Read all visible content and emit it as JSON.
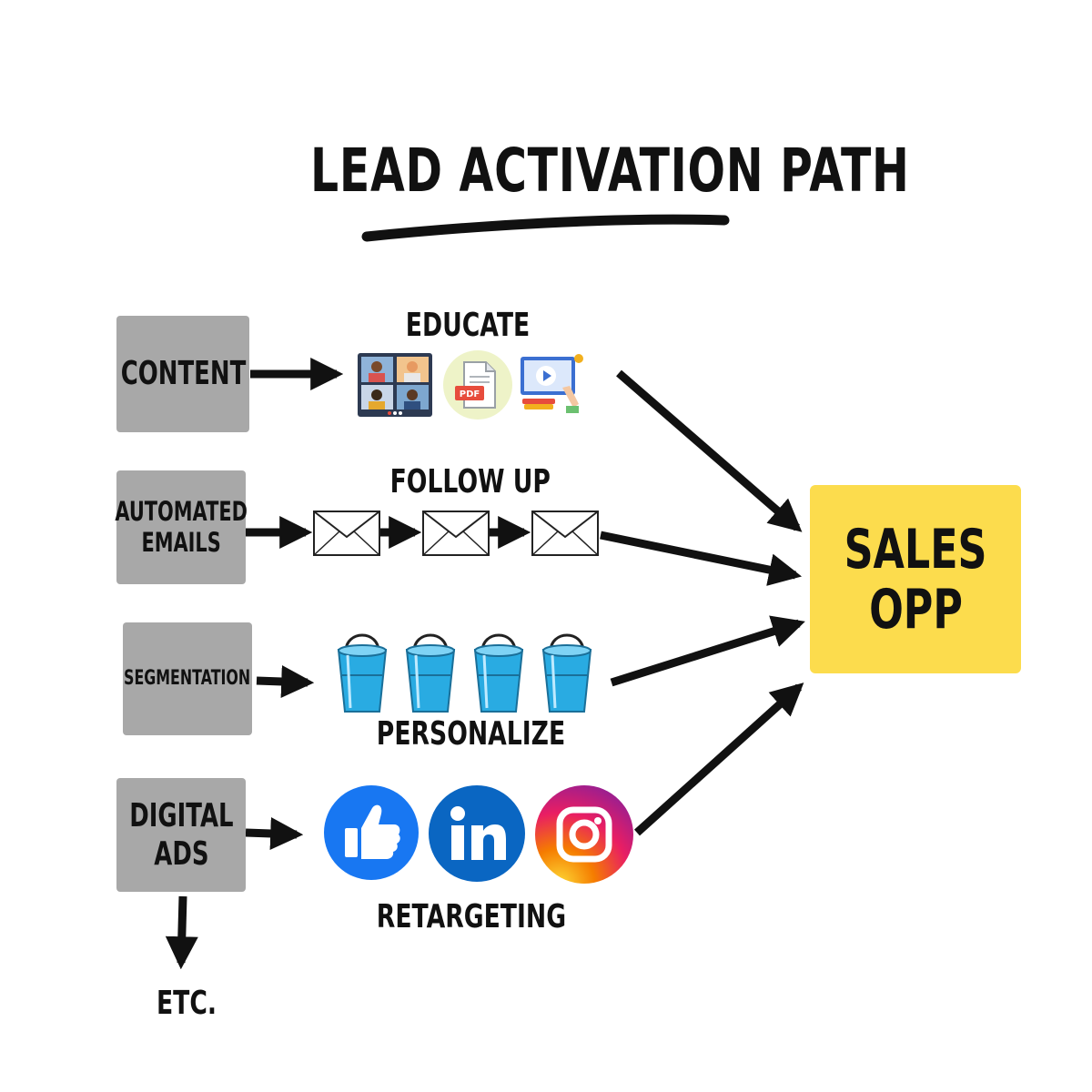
{
  "title": "LEAD ACTIVATION PATH",
  "sources": {
    "content": "CONTENT",
    "automated_emails_line1": "AUTOMATED",
    "automated_emails_line2": "EMAILS",
    "segmentation": "SEGMENTATION",
    "digital_ads_line1": "DIGITAL",
    "digital_ads_line2": "ADS"
  },
  "stages": {
    "educate": "EDUCATE",
    "follow_up": "FOLLOW UP",
    "personalize": "PERSONALIZE",
    "retargeting": "RETARGETING"
  },
  "target": {
    "line1": "SALES",
    "line2": "OPP"
  },
  "etc": "ETC.",
  "icons": {
    "educate": [
      "video-call-icon",
      "pdf-document-icon",
      "video-lesson-icon"
    ],
    "follow_up": [
      "envelope-icon",
      "envelope-icon",
      "envelope-icon"
    ],
    "personalize": [
      "bucket-icon",
      "bucket-icon",
      "bucket-icon",
      "bucket-icon"
    ],
    "retargeting": [
      "facebook-like-icon",
      "linkedin-icon",
      "instagram-icon"
    ]
  },
  "colors": {
    "source_box": "#a8a8a8",
    "target_box": "#fcdc4d",
    "arrow": "#111111",
    "bucket": "#29abe2",
    "facebook": "#1877f2",
    "linkedin": "#0a66c2"
  }
}
